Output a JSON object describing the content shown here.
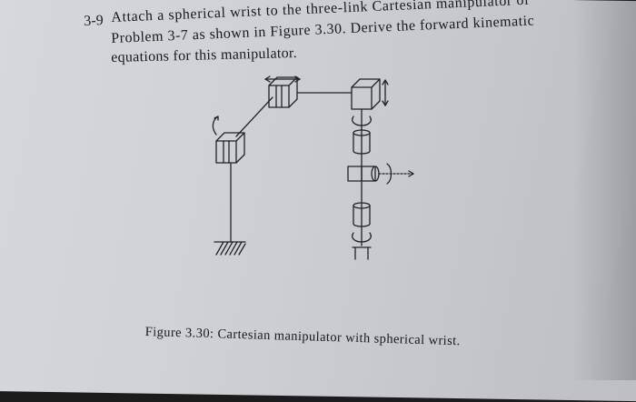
{
  "problem": {
    "number": "3-9",
    "lines": [
      "Attach a spherical wrist to the three-link Cartesian manipulator of",
      "Problem 3-7 as shown in Figure 3.30. Derive the forward kinematic",
      "equations for this manipulator."
    ]
  },
  "figure": {
    "caption": "Figure 3.30: Cartesian manipulator with spherical wrist.",
    "icon": "cartesian-manipulator-spherical-wrist-drawing"
  }
}
